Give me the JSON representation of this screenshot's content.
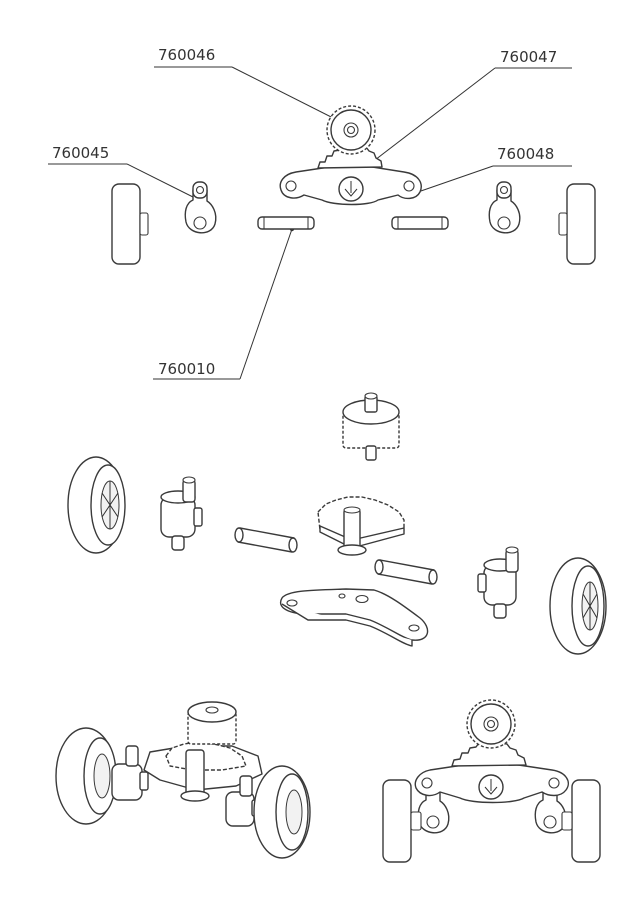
{
  "part_labels": {
    "p760046": "760046",
    "p760047": "760047",
    "p760045": "760045",
    "p760048": "760048",
    "p760010": "760010"
  },
  "colors": {
    "line": "#333333",
    "background": "#ffffff"
  }
}
